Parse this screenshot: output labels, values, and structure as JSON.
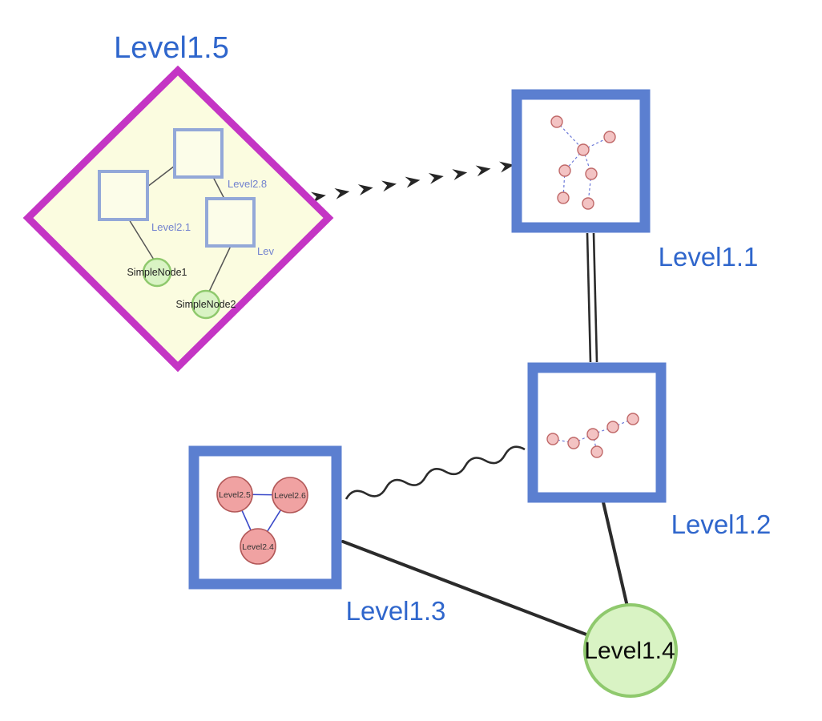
{
  "colors": {
    "label_blue": "#2f66cc",
    "group_border": "#c435c4",
    "group_fill": "#fbfce0",
    "node_border": "#5b7fd0",
    "green_fill": "#d9f3c4",
    "green_border": "#8fc96d",
    "pink_fill": "#f3c3c3",
    "pink_border": "#c06868",
    "edge_color": "#2b2b2b"
  },
  "nodes": {
    "level15": {
      "label": "Level1.5",
      "type": "group-diamond",
      "children": {
        "level28": {
          "label": "Level2.8"
        },
        "level21": {
          "label": "Level2.1"
        },
        "lev": {
          "label": "Lev"
        },
        "simplenode1": {
          "label": "SimpleNode1"
        },
        "simplenode2": {
          "label": "SimpleNode2"
        }
      }
    },
    "level11": {
      "label": "Level1.1",
      "type": "group-box"
    },
    "level12": {
      "label": "Level1.2",
      "type": "group-box"
    },
    "level13": {
      "label": "Level1.3",
      "type": "group-box",
      "children": {
        "level25": {
          "label": "Level2.5"
        },
        "level26": {
          "label": "Level2.6"
        },
        "level24": {
          "label": "Level2.4"
        }
      }
    },
    "level14": {
      "label": "Level1.4",
      "type": "circle"
    }
  },
  "edges": [
    {
      "from": "level15",
      "to": "level11",
      "style": "dashed-arrow-chain"
    },
    {
      "from": "level11",
      "to": "level12",
      "style": "double-line"
    },
    {
      "from": "level13",
      "to": "level12",
      "style": "wavy"
    },
    {
      "from": "level13",
      "to": "level14",
      "style": "solid"
    },
    {
      "from": "level12",
      "to": "level14",
      "style": "solid"
    }
  ]
}
